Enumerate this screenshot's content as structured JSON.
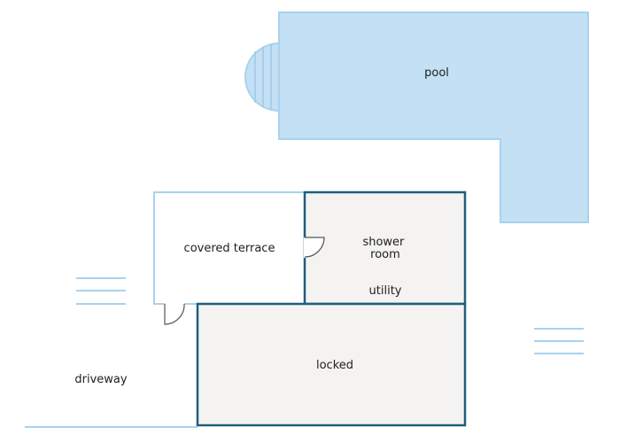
{
  "colors": {
    "background": "#ffffff",
    "pool_fill": "#c3e0f4",
    "pool_stroke": "#a9d2ee",
    "light_line": "#a9d2ee",
    "wall_dark": "#1f5e7c",
    "room_fill": "#f4f3f1",
    "door_stroke": "#555555",
    "text": "#1e1e1e"
  },
  "labels": {
    "pool": "pool",
    "covered_terrace": "covered terrace",
    "shower_room_line1": "shower",
    "shower_room_line2": "room",
    "utility": "utility",
    "locked": "locked",
    "driveway": "driveway"
  }
}
